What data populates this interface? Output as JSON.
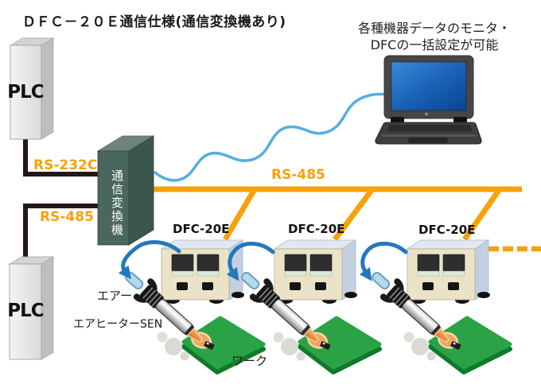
{
  "title": "ＤＦＣ－２０Ｅ通信仕様(通信変換機あり)",
  "caption": {
    "line1": "各種機器データのモニタ・",
    "line2": "DFCの一括設定が可能"
  },
  "plc": {
    "top_label": "PLC",
    "bottom_label": "PLC"
  },
  "converter": {
    "label": "通信変換機"
  },
  "connections": {
    "rs232c": "RS-232C",
    "rs485_left": "RS-485",
    "rs485_bus": "RS-485"
  },
  "devices": [
    {
      "label": "DFC-20E"
    },
    {
      "label": "DFC-20E"
    },
    {
      "label": "DFC-20E"
    }
  ],
  "station_labels": {
    "air": "エアー",
    "heater": "エアヒーターSEN",
    "work": "ワーク"
  },
  "colors": {
    "accent_orange": "#F6A208",
    "wire_black": "#231815",
    "arrow_blue": "#2478BE",
    "cable_blue": "#54AEE0",
    "converter_front": "#49665F",
    "board_green_top": "#2BA246",
    "board_green_edge": "#0E7A2D",
    "device_front": "#EAE3C8",
    "device_side": "#C4D0E2",
    "laptop_screen_blue": "#1A63B8"
  }
}
